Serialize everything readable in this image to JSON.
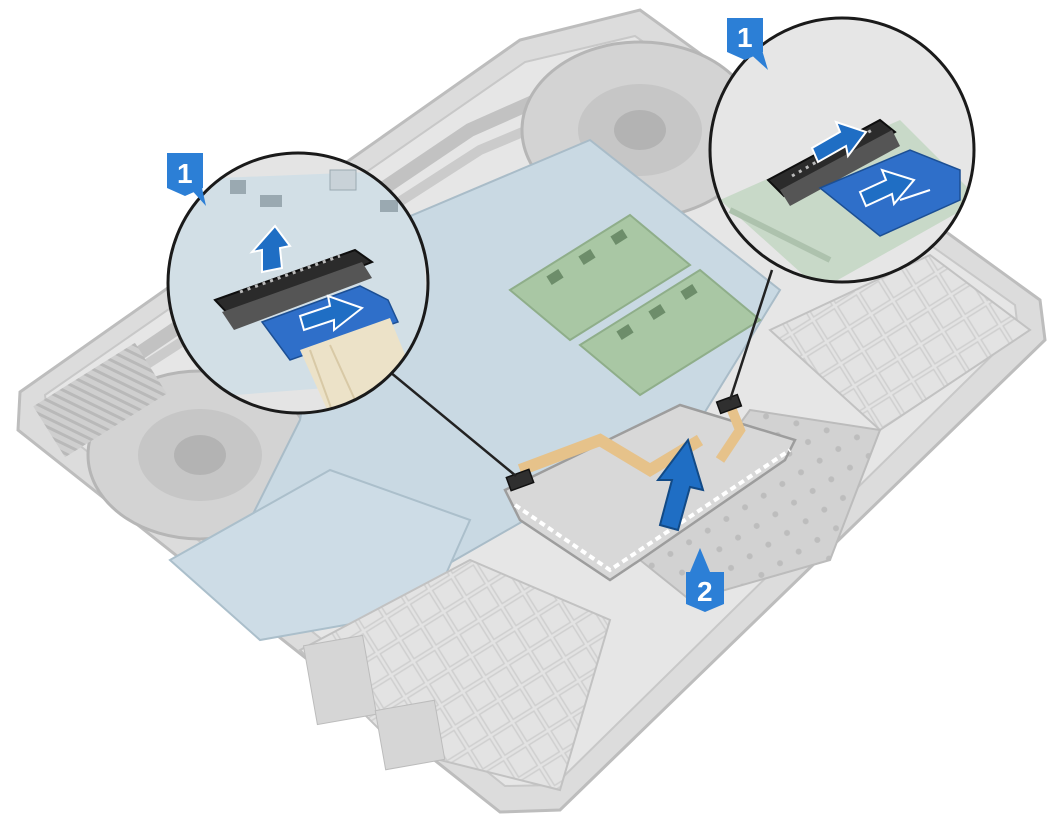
{
  "callouts": {
    "left_zoom": "1",
    "right_zoom": "1",
    "main_step": "2"
  },
  "colors": {
    "accent": "#1f6ec4",
    "badge": "#2c7fd6",
    "chassis": "#dcdcdc",
    "board": "#c9d9e3",
    "ram": "#a9c7a4",
    "bracket": "#c8c8c8"
  }
}
